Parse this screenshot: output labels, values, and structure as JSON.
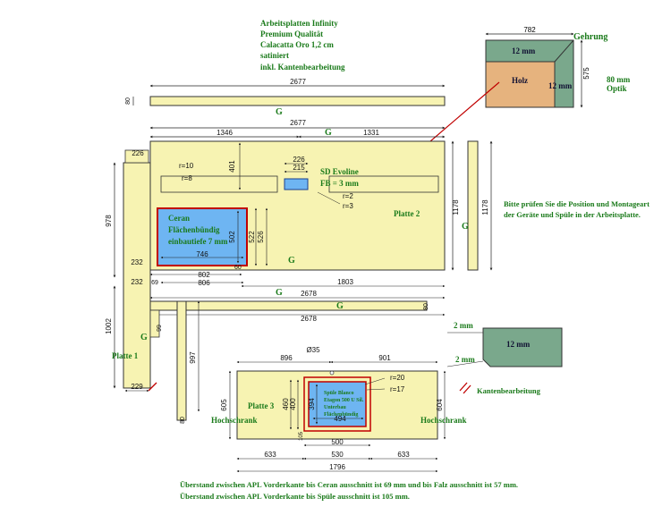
{
  "header": {
    "line1": "Arbeitsplatten Infinity",
    "line2": "Premium Qualität",
    "line3": "Calacatta Oro 1,2 cm",
    "line4": "satiniert",
    "line5": "inkl. Kantenbearbeitung"
  },
  "edge_detail": {
    "dim_top": "782",
    "dim_side": "575",
    "label_12mm_top": "12 mm",
    "label_12mm_side": "12 mm",
    "label_holz": "Holz",
    "label_gehrung": "Gehrung",
    "label_optik": "80 mm\nOptik"
  },
  "notice": {
    "line1": "Bitte prüfen Sie die Position und Montageart",
    "line2": "der Geräte und Spüle in der Arbeitsplatte."
  },
  "colors": {
    "slab": "#f7f3b2",
    "cutout": "#6eb5f2",
    "edge": "#7aa88c",
    "wood": "#e6b37e",
    "label_green": "#1a7a1a",
    "red": "#c00000"
  },
  "top_strip": {
    "dim_width": "2677",
    "dim_height": "80",
    "label": "G"
  },
  "platte2": {
    "label": "Platte 2",
    "dim_width": "2677",
    "dim_left": "1346",
    "dim_right": "1331",
    "dim_height": "1178",
    "dim_226_top": "226",
    "dim_226": "226",
    "dim_215": "215",
    "dim_401": "401",
    "r10": "r=10",
    "r8": "r=8",
    "r2": "r=2",
    "r3": "r=3",
    "sd_label": "SD Evoline",
    "fb_label": "FB = 3 mm",
    "ceran_line1": "Ceran",
    "ceran_line2": "Flächenbündig",
    "ceran_line3": "einbautiefe 7 mm",
    "dim_746": "746",
    "dim_502": "502",
    "dim_522": "522",
    "dim_526": "526",
    "dim_802": "802",
    "dim_806": "806",
    "dim_232_a": "232",
    "dim_232_b": "232",
    "dim_69": "69",
    "dim_60": "60",
    "dim_1803": "1803",
    "dim_2678_a": "2678",
    "dim_2678_b": "2678",
    "dim_978": "978",
    "labels_g": [
      "G",
      "G",
      "G",
      "G"
    ]
  },
  "right_strip": {
    "dim": "1178",
    "label": "G"
  },
  "platte1": {
    "label": "Platte 1",
    "dim_height": "1002",
    "dim_99": "99",
    "dim_229": "229",
    "dim_80": "80",
    "dim_997": "997",
    "label_g": "G"
  },
  "platte3": {
    "label": "Platte 3",
    "hochschrank_left": "Hochschrank",
    "hochschrank_right": "Hochschrank",
    "dim_35": "Ø35",
    "dim_896": "896",
    "dim_901": "901",
    "r20": "r=20",
    "r17": "r=17",
    "dim_605": "605",
    "dim_604": "604",
    "dim_460": "460",
    "dim_400": "400",
    "dim_394": "394",
    "dim_494": "494",
    "dim_500": "500",
    "dim_633_l": "633",
    "dim_530": "530",
    "dim_633_r": "633",
    "dim_1796": "1796",
    "dim_105": "105",
    "sink_line1": "Spüle Blanco",
    "sink_line2": "Etagon 500 U Sil.",
    "sink_line3": "Unterbau",
    "sink_line4": "Flächenbündig"
  },
  "edge_profile": {
    "label_2mm_top": "2 mm",
    "label_12mm": "12 mm",
    "label_2mm_bottom": "2 mm",
    "kanten_label": "Kantenbearbeitung"
  },
  "footer": {
    "line1": "Überstand zwischen APL Vorderkante bis Ceran ausschnitt ist 69 mm und bis Falz ausschnitt ist 57 mm.",
    "line2": "Überstand zwischen APL Vorderkante bis Spüle ausschnitt ist 105 mm."
  }
}
